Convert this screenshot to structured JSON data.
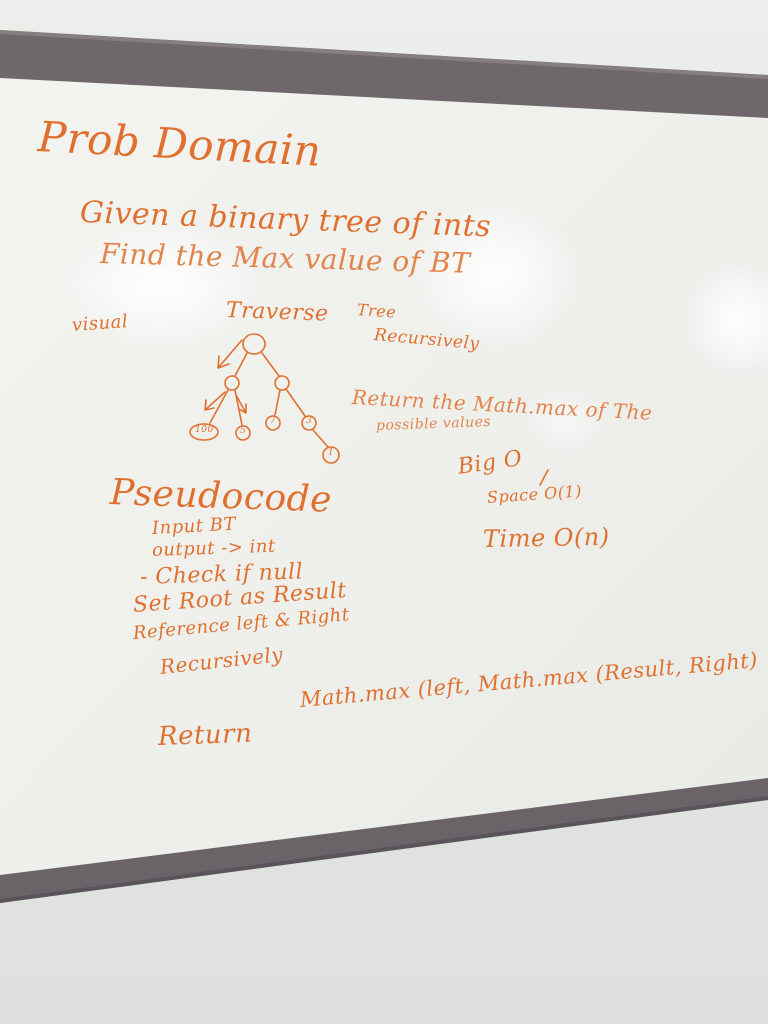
{
  "board": {
    "title": "Prob Domain",
    "line1": "Given a binary tree of ints",
    "line2": "Find the Max value of BT",
    "visual": "visual",
    "traverse": "Traverse",
    "tree": "Tree",
    "recursively": "Recursively",
    "nodes": {
      "leaf_a": "100",
      "leaf_b": "5",
      "leaf_c": "7",
      "leaf_d": "3",
      "leaf_e": "1"
    },
    "return_line1": "Return the Math.max of The",
    "return_line2": "possible values",
    "big_o": "Big O",
    "space": "Space O(1)",
    "time": "Time O(n)",
    "pseudocode": "Pseudocode",
    "input": "Input BT",
    "output": "output -> int",
    "check": "- Check if null",
    "set": "Set Root as Result",
    "reference": "Reference left & Right",
    "recursively2": "Recursively",
    "final_return": "Return",
    "final_expr": "Math.max (left, Math.max (Result, Right)"
  },
  "colors": {
    "marker": "#e0702f",
    "frame": "#6e686c",
    "board": "#f1f2ee",
    "wall": "#e4e6e3"
  }
}
